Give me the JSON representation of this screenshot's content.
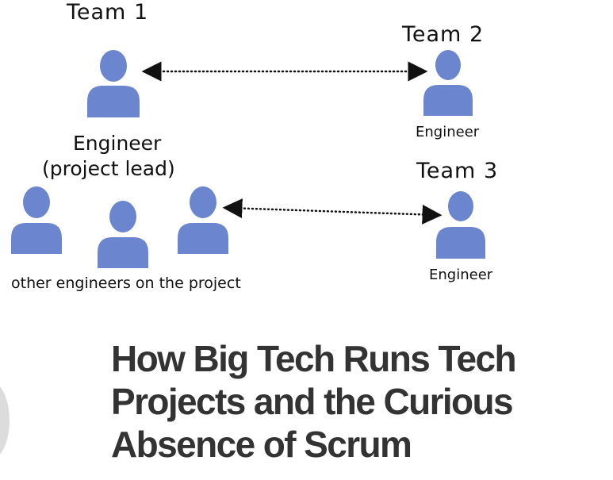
{
  "diagram": {
    "team1_label": "Team 1",
    "team2_label": "Team 2",
    "team3_label": "Team 3",
    "lead_label_line1": "Engineer",
    "lead_label_line2": "(project lead)",
    "team2_engineer_label": "Engineer",
    "team3_engineer_label": "Engineer",
    "other_engineers_label": "other engineers on the project"
  },
  "headline": {
    "line1": "How Big Tech Runs Tech",
    "line2": "Projects and the Curious",
    "line3": "Absence of Scrum"
  },
  "colors": {
    "person": "#6b85cf",
    "text": "#111111",
    "headline": "#333333",
    "connector": "#111111"
  }
}
